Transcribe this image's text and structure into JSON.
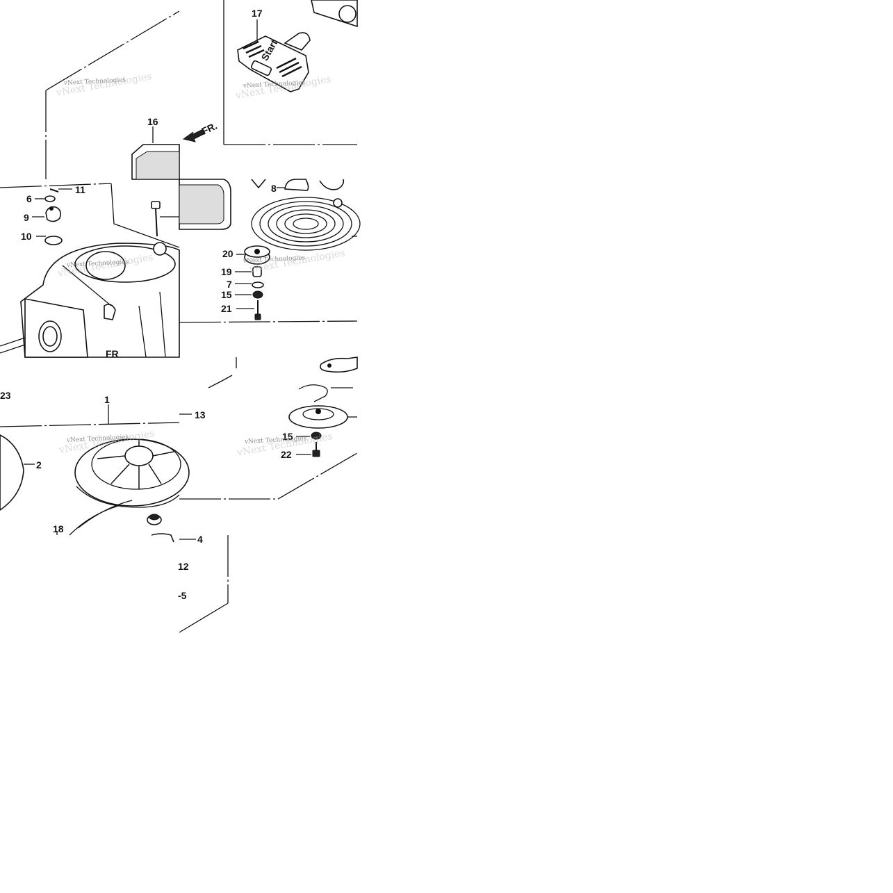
{
  "diagram": {
    "callouts": [
      "17",
      "16",
      "11",
      "6",
      "9",
      "10",
      "8",
      "20",
      "19",
      "7",
      "15",
      "21",
      "23",
      "1",
      "13",
      "2",
      "15",
      "22",
      "18",
      "4",
      "12",
      "-5"
    ],
    "direction_label": "FR.",
    "handle_text": "Start",
    "cover_mark": "FR",
    "watermark": "vNext Technologies"
  }
}
